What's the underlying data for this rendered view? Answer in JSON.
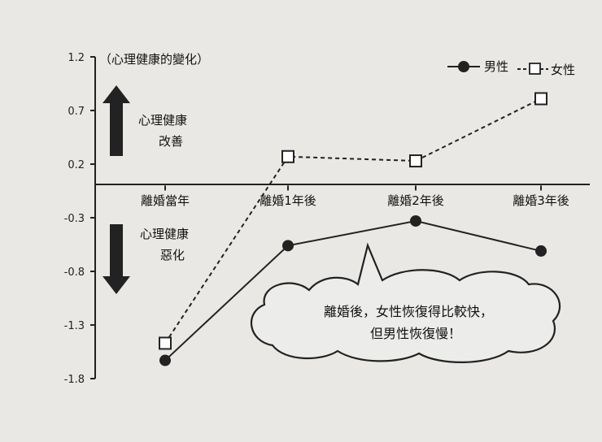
{
  "chart_data": {
    "type": "line",
    "ylabel": "（心理健康的變化）",
    "categories": [
      "離婚當年",
      "離婚1年後",
      "離婚2年後",
      "離婚3年後"
    ],
    "ylim": [
      -1.8,
      1.2
    ],
    "yticks": [
      "1.2",
      "0.7",
      "0.2",
      "-0.3",
      "-0.8",
      "-1.3",
      "-1.8"
    ],
    "series": [
      {
        "name": "男性",
        "values": [
          -1.63,
          -0.56,
          -0.33,
          -0.61
        ],
        "color": "#222222",
        "marker": "circle",
        "line": "solid"
      },
      {
        "name": "女性",
        "values": [
          -1.47,
          0.27,
          0.23,
          0.81
        ],
        "color": "#222222",
        "marker": "square",
        "line": "dashed"
      }
    ],
    "legend_position": "top-right",
    "annotations": {
      "improve": [
        "心理健康",
        "改善"
      ],
      "worsen": [
        "心理健康",
        "惡化"
      ],
      "bubble": [
        "離婚後，女性恢復得比較快，",
        "但男性恢復慢！"
      ]
    }
  }
}
